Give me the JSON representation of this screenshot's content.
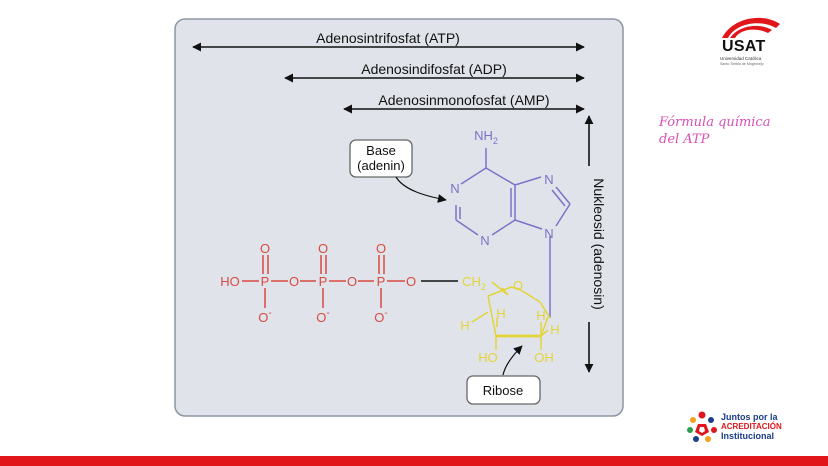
{
  "diagram": {
    "atp_label": "Adenosintrifosfat (ATP)",
    "adp_label": "Adenosindifosfat (ADP)",
    "amp_label": "Adenosinmonofosfat (AMP)",
    "nucleoside_label": "Nukleosid (adenosin)",
    "base_label_line1": "Base",
    "base_label_line2": "(adenin)",
    "ribose_label": "Ribose",
    "amino_group": "NH",
    "amino_subscript": "2",
    "nitrogen": "N",
    "phosphorus": "P",
    "oxygen": "O",
    "hydroxyl_left": "HO",
    "hydroxyl_ribose_left": "HO",
    "hydroxyl_ribose_right": "OH",
    "ch2": "CH",
    "ch2_subscript": "2",
    "hydrogen": "H",
    "negative_charge": "-"
  },
  "caption": {
    "line1": "Fórmula química",
    "line2": "del ATP"
  },
  "logo_usat": {
    "name": "USAT",
    "line1": "Universidad Católica",
    "line2": "Santo Toribio de Mogrovejo"
  },
  "logo_acreditacion": {
    "line1": "Juntos por la",
    "line2": "ACREDITACIÓN",
    "line3": "Institucional"
  },
  "colors": {
    "panel": "#e0e4ea",
    "panel_border": "#8c96a4",
    "adenine": "#7a73c8",
    "ribose": "#e3d437",
    "phosphate": "#d94a43",
    "caption": "#d94fb6",
    "brand_red": "#e0161b"
  }
}
